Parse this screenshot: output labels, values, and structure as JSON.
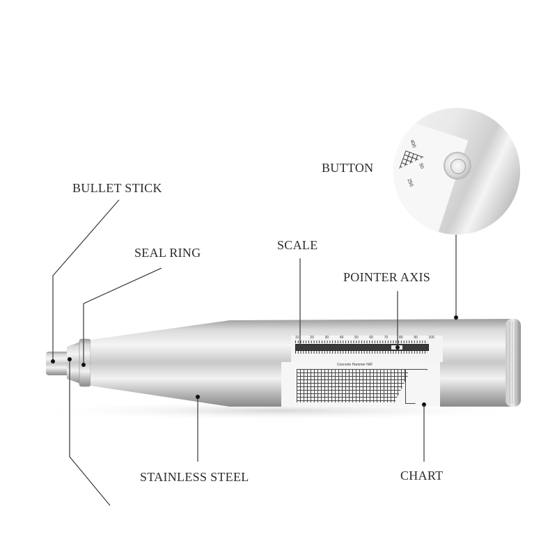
{
  "diagram": {
    "subject": "Concrete rebound test hammer",
    "labels": {
      "bullet_stick": "BULLET STICK",
      "seal_ring": "SEAL RING",
      "scale": "SCALE",
      "pointer_axis": "POINTER AXIS",
      "button": "BUTTON",
      "stainless_steel": "STAINLESS STEEL",
      "chart": "CHART"
    },
    "scale_numbers": [
      "10",
      "20",
      "30",
      "40",
      "50",
      "60",
      "70",
      "80",
      "90",
      "100"
    ],
    "chart_sticker_title": "Concrete Hammer N/R",
    "zoom_inset_numbers": [
      "400",
      "50",
      "250"
    ],
    "colors": {
      "background": "#ffffff",
      "label_text": "#2b2b2b",
      "leader_line": "#444444",
      "steel_light": "#f0f0f0",
      "steel_dark": "#9a9a9a"
    }
  }
}
